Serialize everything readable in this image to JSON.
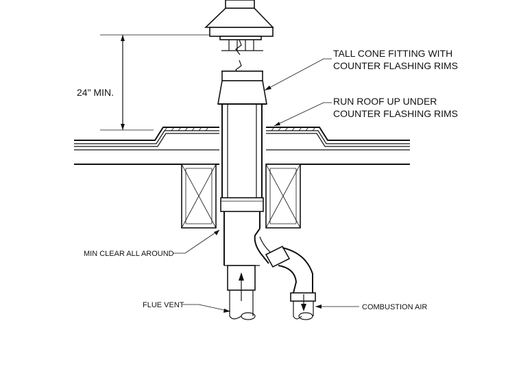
{
  "labels": {
    "min_height": "24\" MIN.",
    "cone_line1": "TALL CONE FITTING WITH",
    "cone_line2": "COUNTER FLASHING RIMS",
    "roof_line1": "RUN ROOF UP UNDER",
    "roof_line2": "COUNTER FLASHING RIMS",
    "min_clear": "MIN CLEAR ALL AROUND",
    "flue_vent": "FLUE VENT",
    "combustion_air": "COMBUSTION AIR"
  }
}
